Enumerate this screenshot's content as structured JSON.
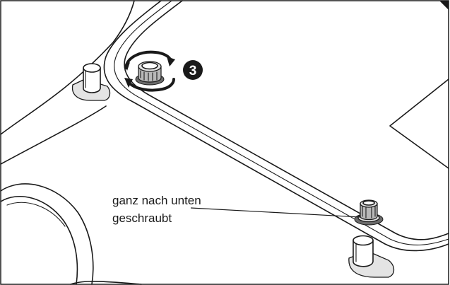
{
  "callout": {
    "line1": "ganz nach unten",
    "line2": "geschraubt"
  },
  "step_badge": {
    "number": "3"
  }
}
